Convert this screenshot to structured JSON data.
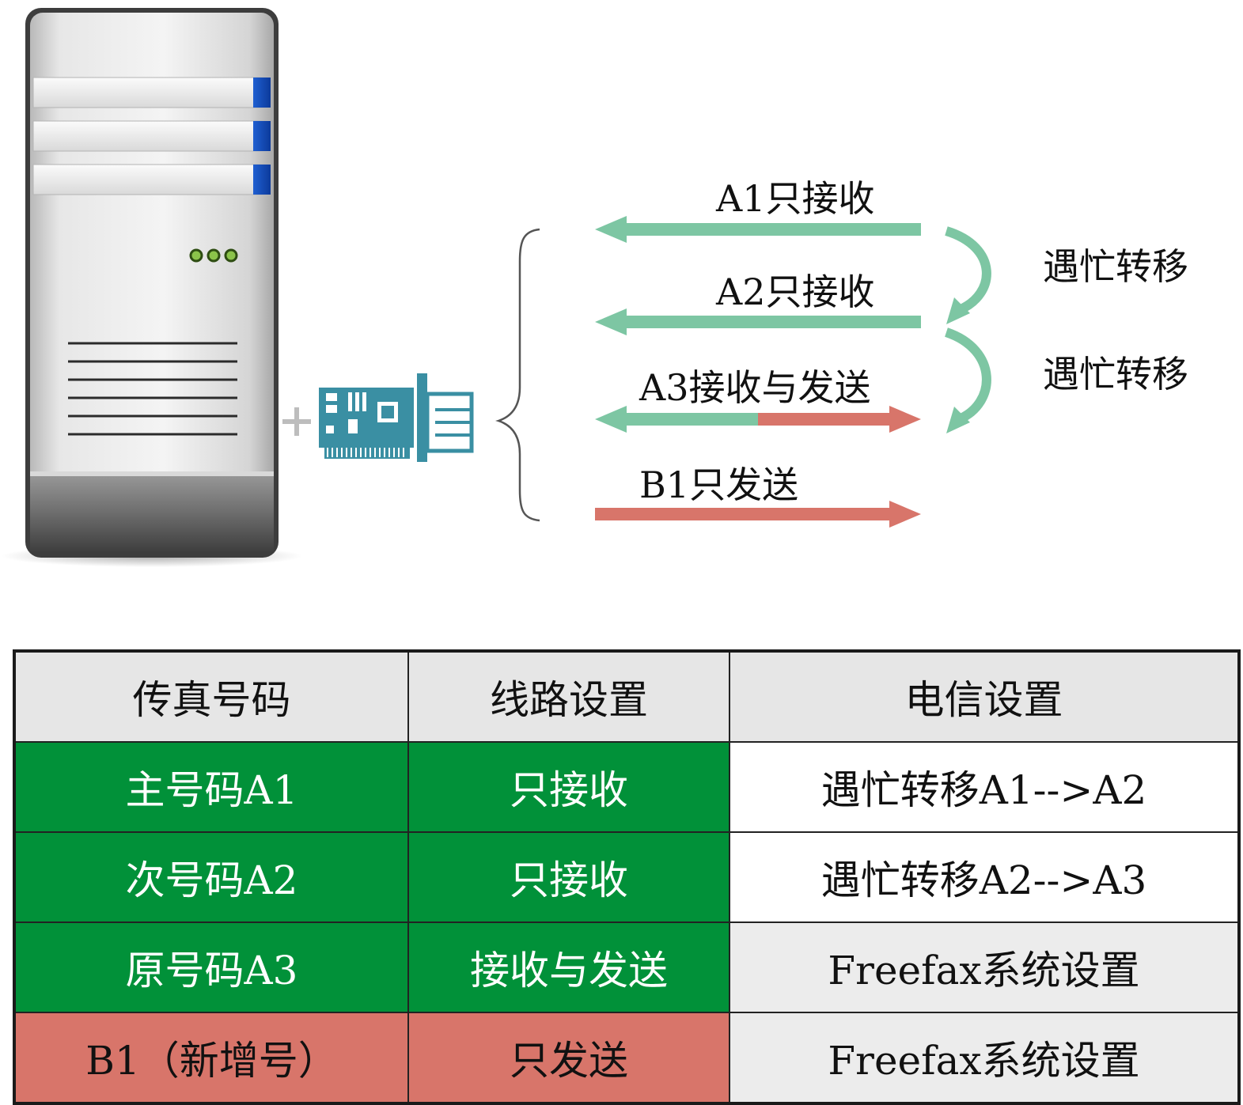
{
  "diagram": {
    "lines": [
      {
        "id": "a1",
        "label": "A1只接收",
        "mode": "receive"
      },
      {
        "id": "a2",
        "label": "A2只接收",
        "mode": "receive"
      },
      {
        "id": "a3",
        "label": "A3接收与发送",
        "mode": "both"
      },
      {
        "id": "b1",
        "label": "B1只发送",
        "mode": "send"
      }
    ],
    "transfers": [
      "遇忙转移",
      "遇忙转移"
    ],
    "colors": {
      "receive": "#7dc6a3",
      "send": "#d8756a",
      "card": "#3a8fa3"
    },
    "icons": [
      "server-icon",
      "fax-card-icon",
      "plus-icon",
      "brace-icon"
    ]
  },
  "table": {
    "headers": [
      "传真号码",
      "线路设置",
      "电信设置"
    ],
    "rows": [
      {
        "number": "主号码A1",
        "line_setting": "只接收",
        "telecom_setting": "遇忙转移A1-->A2"
      },
      {
        "number": "次号码A2",
        "line_setting": "只接收",
        "telecom_setting": "遇忙转移A2-->A3"
      },
      {
        "number": "原号码A3",
        "line_setting": "接收与发送",
        "telecom_setting": "Freefax系统设置"
      },
      {
        "number": "B1（新增号）",
        "line_setting": "只发送",
        "telecom_setting": "Freefax系统设置"
      }
    ],
    "colors": {
      "green": "#019139",
      "red": "#d8756a",
      "header": "#e6e6e6"
    }
  }
}
